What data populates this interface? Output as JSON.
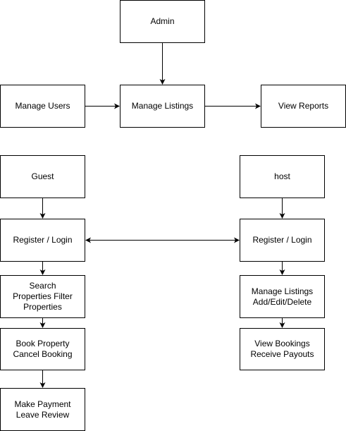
{
  "nodes": {
    "admin": "Admin",
    "manage_users": "Manage Users",
    "manage_listings": "Manage Listings",
    "view_reports": "View Reports",
    "guest": "Guest",
    "host": "host",
    "guest_register_login": "Register / Login",
    "host_register_login": "Register / Login",
    "search_filter": "Search\nProperties Filter\nProperties",
    "host_manage_listings": "Manage Listings\nAdd/Edit/Delete",
    "book_cancel": "Book Property\nCancel Booking",
    "view_bookings_payouts": "View Bookings\nReceive Payouts",
    "payment_review": "Make Payment\nLeave Review"
  },
  "colors": {
    "stroke": "#000000",
    "fill": "#ffffff"
  }
}
